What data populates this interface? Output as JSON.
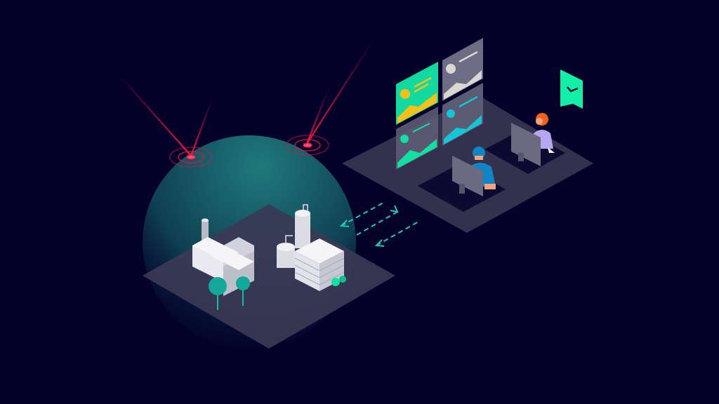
{
  "scene": {
    "description_elements": [
      "globe",
      "factory-platform",
      "control-room-platform",
      "dashboard-screens",
      "operators",
      "check-flag",
      "data-arrows",
      "laser-beams"
    ],
    "colors": {
      "background": "#03012a",
      "globe": "#1d6f73",
      "platform": "#3b3955",
      "laser": "#e0123f",
      "accent_green": "#12e0a0",
      "accent_yellow": "#f2c21b",
      "accent_cyan": "#12c6d6",
      "operator_blue": "#1185c4",
      "operator_purple": "#b7a6f0",
      "hair_orange": "#f2621b"
    },
    "icons": [
      "checkmark-flag-icon"
    ]
  }
}
